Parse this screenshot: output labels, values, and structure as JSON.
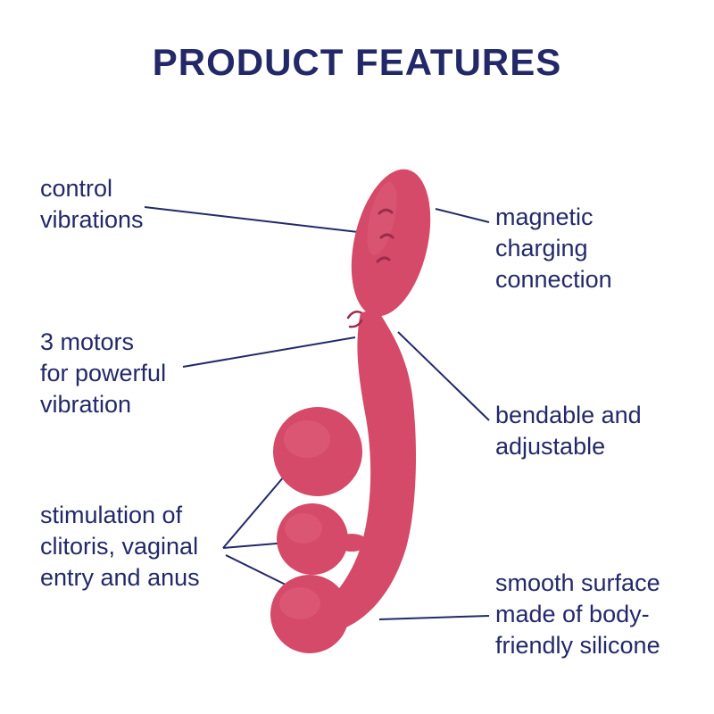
{
  "title": "PRODUCT FEATURES",
  "colors": {
    "text_navy": "#232968",
    "product_pink": "#d44a68",
    "product_pink_dark": "#9c2c4b"
  },
  "features": {
    "control_vibrations": "control\nvibrations",
    "magnetic_charging": "magnetic\ncharging\nconnection",
    "three_motors": "3 motors\nfor powerful\nvibration",
    "bendable_adjustable": "bendable and\nadjustable",
    "stimulation": "stimulation of\nclitoris, vaginal\nentry and anus",
    "smooth_surface": "smooth surface\nmade of body-\nfriendly silicone"
  }
}
